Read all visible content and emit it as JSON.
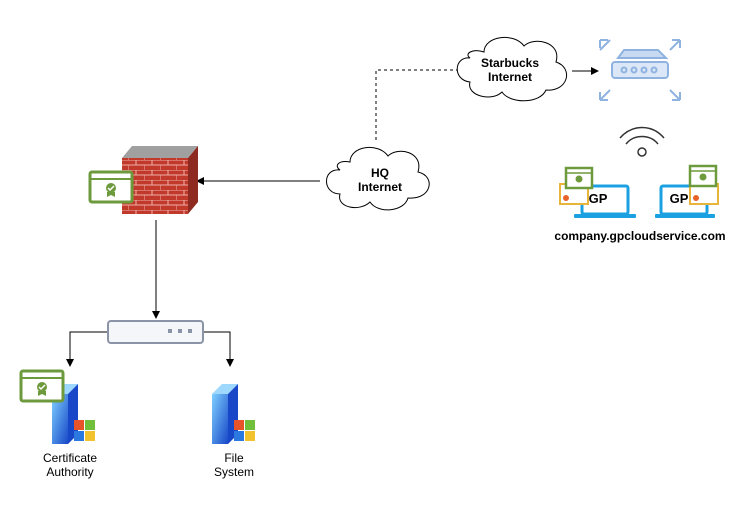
{
  "nodes": {
    "starbucks_cloud": {
      "line1": "Starbucks",
      "line2": "Internet"
    },
    "hq_cloud": {
      "line1": "HQ",
      "line2": "Internet"
    },
    "ca_server": {
      "line1": "Certificate",
      "line2": "Authority"
    },
    "fs_server": {
      "line1": "File",
      "line2": "System"
    },
    "remote_caption": "company.gpcloudservice.com",
    "laptop_label": "GP"
  },
  "colors": {
    "cert_green": "#6d9a3c",
    "laptop_blue": "#1ba1e2",
    "router_blue": "#8fb3e0",
    "brick_red": "#c0392b",
    "cert_gold": "#e8b53a"
  }
}
